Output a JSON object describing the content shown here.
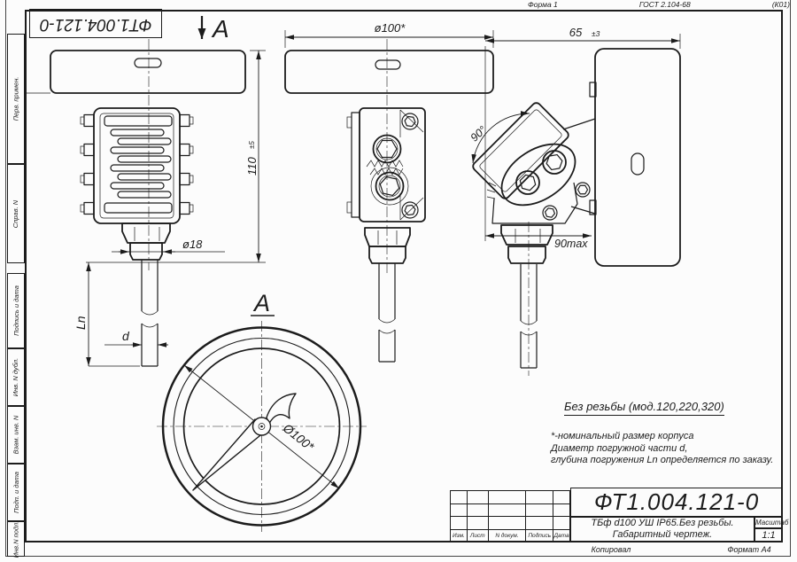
{
  "sheet": {
    "form_header": {
      "form": "Форма 1",
      "gost": "ГОСТ 2.104-68",
      "code": "(К01)"
    },
    "top_left_number": "ФТ1.004.121-0",
    "left_margin_labels": [
      "Перв. примен.",
      "Справ. N",
      "Подпись и дата",
      "Инв. N дубл.",
      "Взам. инв. N",
      "Подп. и дата",
      "Инв.N подл."
    ]
  },
  "drawing": {
    "section_arrow_label": "A",
    "dial_view_label": "A",
    "dimensions": {
      "case_diameter": "ø100*",
      "depth_value": "65",
      "depth_tol": "±3",
      "height_value": "110",
      "height_tol": "±5",
      "fitting_diameter": "ø18",
      "immersion_length": "Ln",
      "probe_diameter": "d",
      "tilt_angle": "90°",
      "swing_radius": "90max",
      "dial_diameter": "Ø100*"
    },
    "notes": {
      "variant": "Без резьбы (мод.120,220,320)",
      "star_note_lines": [
        "*-номинальный размер корпуса",
        "Диаметр погружной части d,",
        "глубина погружения Ln определяется по заказу."
      ]
    }
  },
  "title_block": {
    "doc_number": "ФТ1.004.121-0",
    "name_line1": "ТБф d100 УШ IP65.Без резьбы.",
    "name_line2": "Габаритный чертеж.",
    "scale_label": "Масштаб",
    "scale_value": "1:1",
    "bottom_row": [
      "Изм.",
      "Лист",
      "N докум.",
      "Подпись",
      "Дата"
    ],
    "copied_label": "Копировал",
    "format_label": "Формат А4"
  }
}
